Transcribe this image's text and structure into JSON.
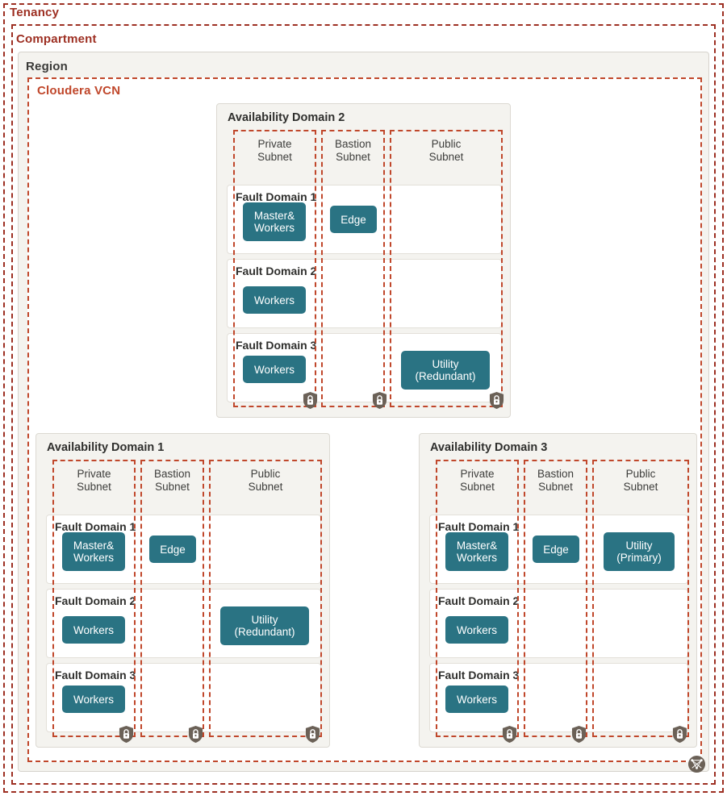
{
  "diagram": {
    "containers": {
      "tenancy": "Tenancy",
      "compartment": "Compartment",
      "region": "Region",
      "vcn": "Cloudera VCN"
    },
    "colors": {
      "tenancy_border": "#9d2f22",
      "compartment_border": "#9d2f22",
      "vcn_border": "#c0472b",
      "subnet_border": "#c0472b",
      "node_fill": "#2a7383",
      "region_fill": "#f4f3ef",
      "shield_fill": "#6b6157"
    },
    "subnet_columns": [
      {
        "name": "private",
        "label": "Private\nSubnet"
      },
      {
        "name": "bastion",
        "label": "Bastion\nSubnet"
      },
      {
        "name": "public",
        "label": "Public\nSubnet"
      }
    ],
    "fault_domains": [
      {
        "name": "fd1",
        "label": "Fault Domain 1"
      },
      {
        "name": "fd2",
        "label": "Fault Domain 2"
      },
      {
        "name": "fd3",
        "label": "Fault Domain 3"
      }
    ],
    "availability_domains": [
      {
        "name": "ad1",
        "title": "Availability Domain 1",
        "nodes": {
          "fd1_private": "Master&\nWorkers",
          "fd1_bastion": "Edge",
          "fd2_private": "Workers",
          "fd2_public": "Utility\n(Redundant)",
          "fd3_private": "Workers"
        }
      },
      {
        "name": "ad2",
        "title": "Availability Domain 2",
        "nodes": {
          "fd1_private": "Master&\nWorkers",
          "fd1_bastion": "Edge",
          "fd2_private": "Workers",
          "fd3_private": "Workers",
          "fd3_public": "Utility\n(Redundant)"
        }
      },
      {
        "name": "ad3",
        "title": "Availability Domain 3",
        "nodes": {
          "fd1_private": "Master&\nWorkers",
          "fd1_bastion": "Edge",
          "fd1_public": "Utility\n(Primary)",
          "fd2_private": "Workers",
          "fd3_private": "Workers"
        }
      }
    ],
    "icons": {
      "subnet_security": "shield-lock-icon",
      "vcn_network": "network-icon"
    }
  }
}
